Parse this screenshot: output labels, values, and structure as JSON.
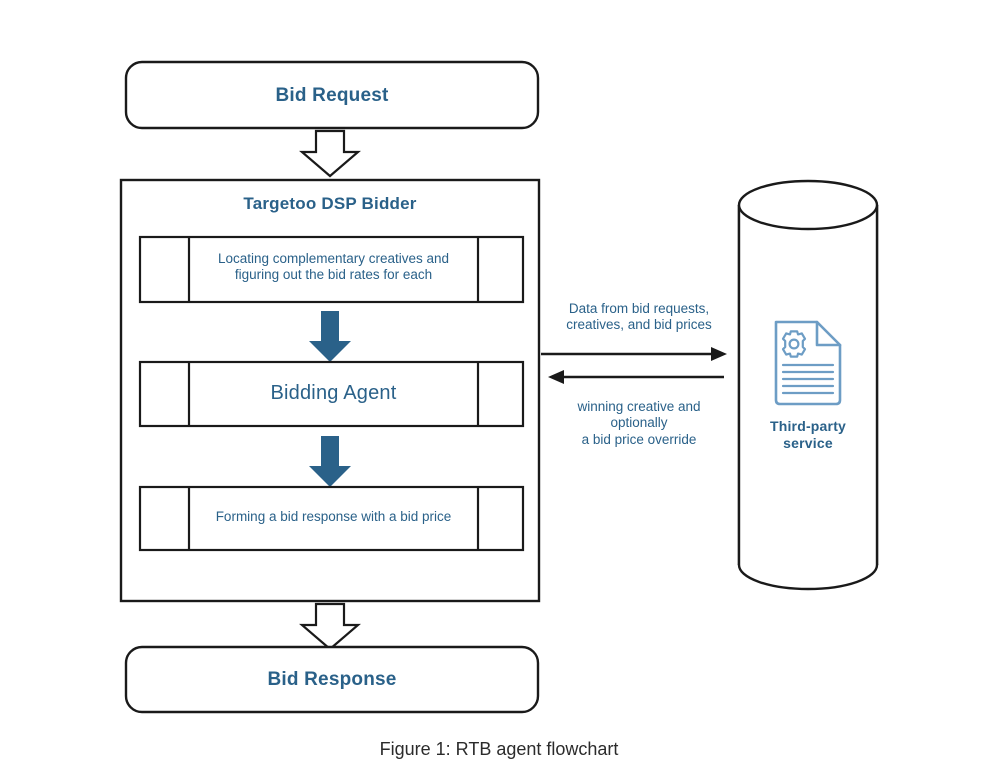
{
  "figure": {
    "caption": "Figure 1: RTB agent flowchart",
    "caption_color": "#2b2b2b"
  },
  "colors": {
    "accent_blue": "#2a6189",
    "text_blue": "#2e6389",
    "icon_blue": "#6d9dc5",
    "stroke_black": "#1a1a1a",
    "background": "#ffffff"
  },
  "nodes": {
    "bid_request": {
      "label": "Bid Request",
      "shape": "rounded-rectangle"
    },
    "bid_response": {
      "label": "Bid Response",
      "shape": "rounded-rectangle"
    },
    "container": {
      "title": "Targetoo DSP Bidder",
      "shape": "rectangle"
    },
    "step_locating": {
      "label": "Locating complementary creatives and\nfiguring out the bid rates for each",
      "shape": "process"
    },
    "step_agent": {
      "label": "Bidding Agent",
      "shape": "process"
    },
    "step_forming": {
      "label": "Forming a bid response with a bid price",
      "shape": "process"
    },
    "third_party": {
      "label": "Third-party\nservice",
      "shape": "cylinder",
      "icon": "document-gear-icon"
    }
  },
  "edges": {
    "request_to_container": {
      "style": "block-arrow-outline",
      "direction": "down"
    },
    "locating_to_agent": {
      "style": "block-arrow-filled",
      "direction": "down"
    },
    "agent_to_forming": {
      "style": "block-arrow-filled",
      "direction": "down"
    },
    "container_to_response": {
      "style": "block-arrow-outline",
      "direction": "down"
    },
    "outbound": {
      "label": "Data from bid requests,\ncreatives, and bid prices",
      "style": "line-arrow",
      "direction": "right"
    },
    "inbound": {
      "label": "winning creative and\noptionally\na bid price override",
      "style": "line-arrow",
      "direction": "left"
    }
  }
}
